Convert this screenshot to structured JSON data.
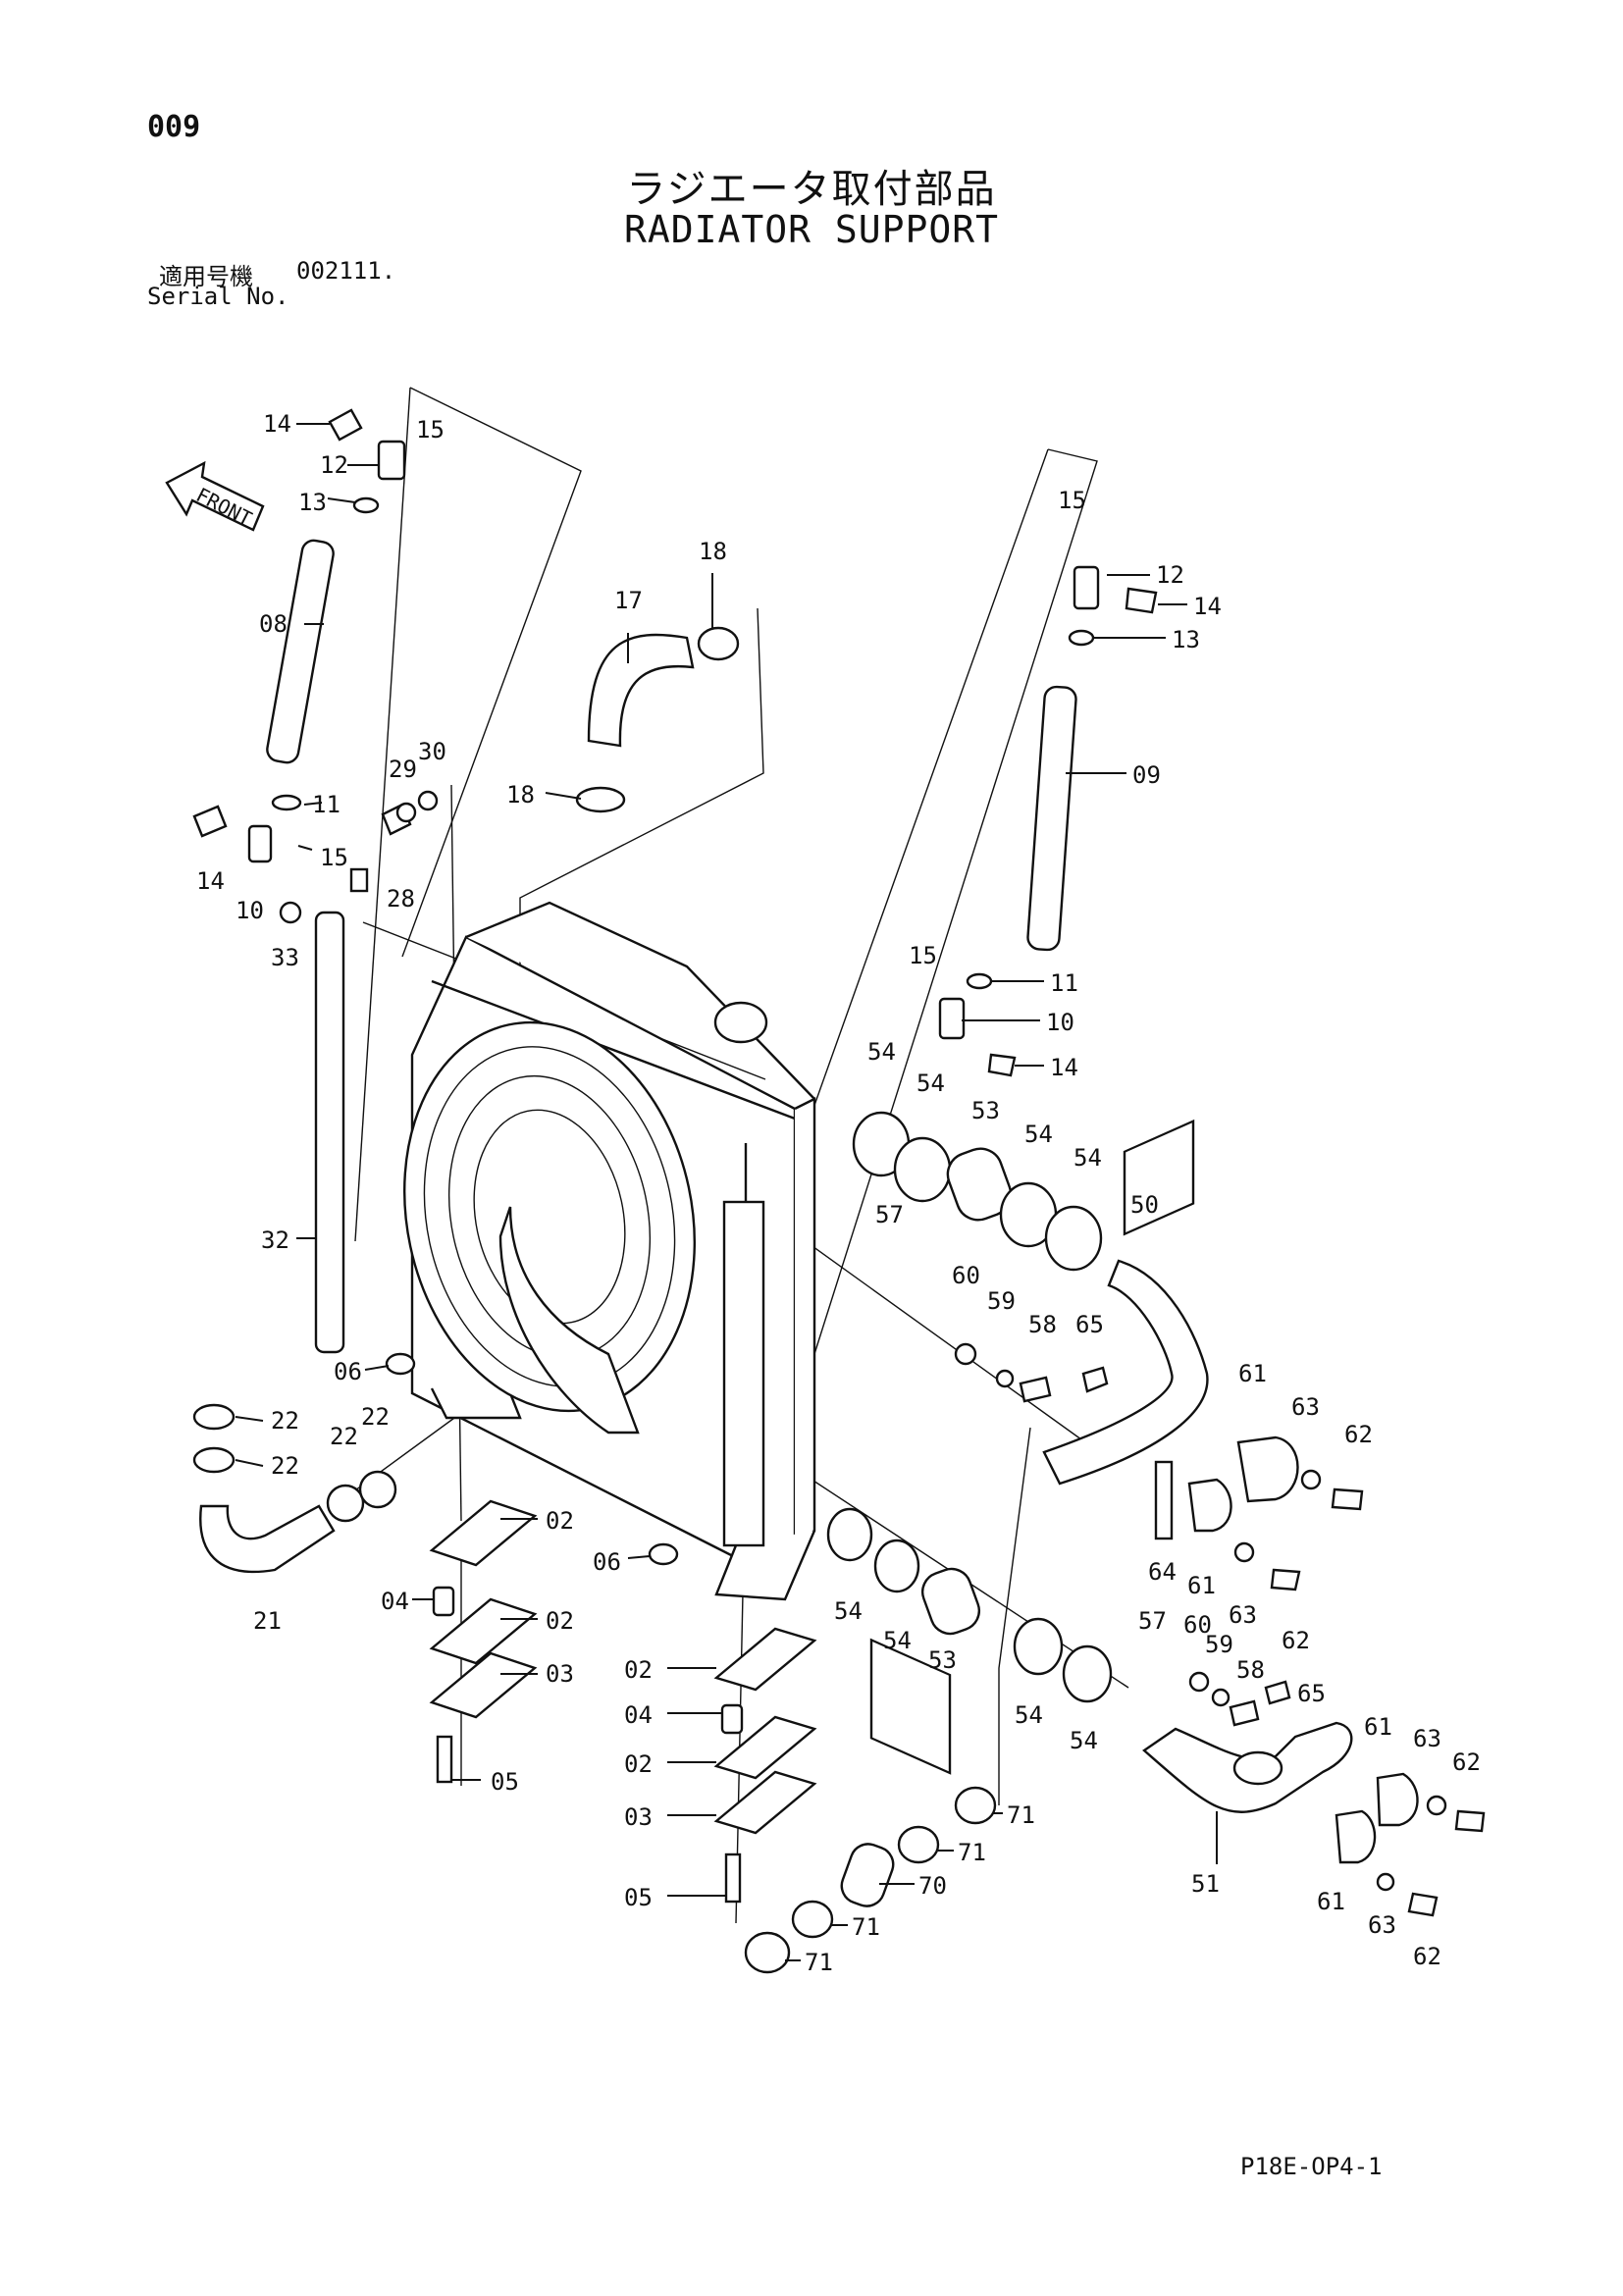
{
  "page_number": "009",
  "title_jp": "ラジエータ取付部品",
  "title_en": "RADIATOR SUPPORT",
  "serial": {
    "label_jp": "適用号機",
    "value": "002111.",
    "label_en": "Serial No."
  },
  "front_label": "FRONT",
  "footer_code": "P18E-OP4-1",
  "callouts": [
    {
      "id": "c1",
      "text": "14"
    },
    {
      "id": "c2",
      "text": "15"
    },
    {
      "id": "c3",
      "text": "12"
    },
    {
      "id": "c4",
      "text": "13"
    },
    {
      "id": "c5",
      "text": "08"
    },
    {
      "id": "c6",
      "text": "11"
    },
    {
      "id": "c7",
      "text": "14"
    },
    {
      "id": "c8",
      "text": "10"
    },
    {
      "id": "c9",
      "text": "15"
    },
    {
      "id": "c10",
      "text": "29"
    },
    {
      "id": "c11",
      "text": "30"
    },
    {
      "id": "c12",
      "text": "28"
    },
    {
      "id": "c13",
      "text": "33"
    },
    {
      "id": "c14",
      "text": "32"
    },
    {
      "id": "c15",
      "text": "17"
    },
    {
      "id": "c16",
      "text": "18"
    },
    {
      "id": "c17",
      "text": "18"
    },
    {
      "id": "c18",
      "text": "15"
    },
    {
      "id": "c19",
      "text": "12"
    },
    {
      "id": "c20",
      "text": "14"
    },
    {
      "id": "c21",
      "text": "13"
    },
    {
      "id": "c22",
      "text": "09"
    },
    {
      "id": "c23",
      "text": "15"
    },
    {
      "id": "c24",
      "text": "11"
    },
    {
      "id": "c25",
      "text": "10"
    },
    {
      "id": "c26",
      "text": "14"
    },
    {
      "id": "c27",
      "text": "54"
    },
    {
      "id": "c28",
      "text": "54"
    },
    {
      "id": "c29",
      "text": "53"
    },
    {
      "id": "c30",
      "text": "54"
    },
    {
      "id": "c31",
      "text": "54"
    },
    {
      "id": "c32",
      "text": "50"
    },
    {
      "id": "c33",
      "text": "57"
    },
    {
      "id": "c34",
      "text": "60"
    },
    {
      "id": "c35",
      "text": "59"
    },
    {
      "id": "c36",
      "text": "58"
    },
    {
      "id": "c37",
      "text": "65"
    },
    {
      "id": "c38",
      "text": "61"
    },
    {
      "id": "c39",
      "text": "63"
    },
    {
      "id": "c40",
      "text": "62"
    },
    {
      "id": "c41",
      "text": "06"
    },
    {
      "id": "c42",
      "text": "22"
    },
    {
      "id": "c43",
      "text": "22"
    },
    {
      "id": "c44",
      "text": "22"
    },
    {
      "id": "c45",
      "text": "22"
    },
    {
      "id": "c46",
      "text": "21"
    },
    {
      "id": "c47",
      "text": "02"
    },
    {
      "id": "c48",
      "text": "06"
    },
    {
      "id": "c49",
      "text": "04"
    },
    {
      "id": "c50",
      "text": "02"
    },
    {
      "id": "c51",
      "text": "03"
    },
    {
      "id": "c52",
      "text": "05"
    },
    {
      "id": "c53",
      "text": "64"
    },
    {
      "id": "c54",
      "text": "61"
    },
    {
      "id": "c55",
      "text": "63"
    },
    {
      "id": "c56",
      "text": "62"
    },
    {
      "id": "c57",
      "text": "54"
    },
    {
      "id": "c58",
      "text": "54"
    },
    {
      "id": "c59",
      "text": "53"
    },
    {
      "id": "c60",
      "text": "54"
    },
    {
      "id": "c61",
      "text": "54"
    },
    {
      "id": "c62",
      "text": "57"
    },
    {
      "id": "c63",
      "text": "60"
    },
    {
      "id": "c64",
      "text": "59"
    },
    {
      "id": "c65",
      "text": "58"
    },
    {
      "id": "c66",
      "text": "65"
    },
    {
      "id": "c67",
      "text": "02"
    },
    {
      "id": "c68",
      "text": "04"
    },
    {
      "id": "c69",
      "text": "02"
    },
    {
      "id": "c70",
      "text": "03"
    },
    {
      "id": "c71",
      "text": "05"
    },
    {
      "id": "c72",
      "text": "71"
    },
    {
      "id": "c73",
      "text": "71"
    },
    {
      "id": "c74",
      "text": "70"
    },
    {
      "id": "c75",
      "text": "71"
    },
    {
      "id": "c76",
      "text": "71"
    },
    {
      "id": "c77",
      "text": "51"
    },
    {
      "id": "c78",
      "text": "61"
    },
    {
      "id": "c79",
      "text": "63"
    },
    {
      "id": "c80",
      "text": "62"
    },
    {
      "id": "c81",
      "text": "61"
    },
    {
      "id": "c82",
      "text": "63"
    },
    {
      "id": "c83",
      "text": "62"
    }
  ]
}
